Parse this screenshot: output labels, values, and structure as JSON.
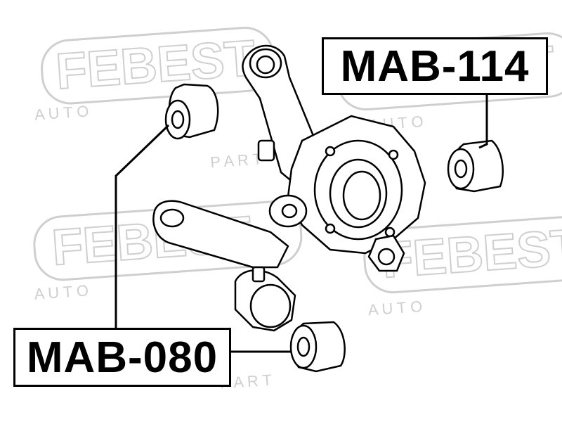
{
  "watermark": {
    "brand": "FEBEST",
    "tagline_1": "A U T O",
    "tagline_2": "P A R T",
    "color": "#cfcfcf"
  },
  "labels": {
    "top_right": "MAB-114",
    "bottom_left": "MAB-080"
  },
  "colors": {
    "line": "#000000",
    "part_fill": "#ffffff"
  }
}
